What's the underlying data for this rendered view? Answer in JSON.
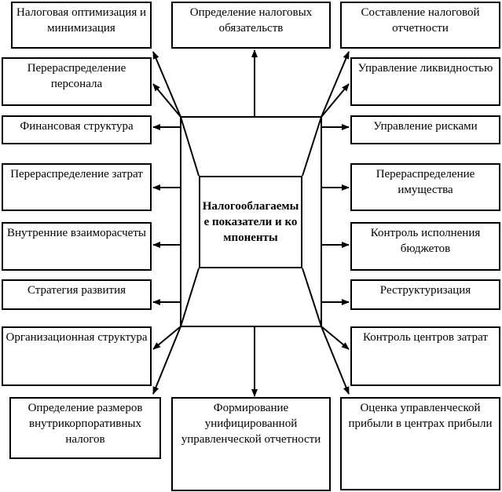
{
  "center": {
    "label": "Налогооблагаемые показатели и компоненты"
  },
  "top": {
    "left": "Налоговая оптимизация и минимизация",
    "middle": "Определение налоговых обязательств",
    "right": "Составление налоговой отчетности"
  },
  "left_column": [
    "Перераспределение персонала",
    "Финансовая структура",
    "Перераспределение затрат",
    "Внутренние взаиморасчеты",
    "Стратегия развития",
    "Организационная структура"
  ],
  "right_column": [
    "Управление ликвидностью",
    "Управление рисками",
    "Перераспределение имущества",
    "Контроль исполнения бюджетов",
    "Реструктуризация",
    "Контроль центров затрат"
  ],
  "bottom": {
    "left": "Определение размеров внутрикорпоративных налогов",
    "middle": "Формирование унифицированной управленческой отчетности",
    "right": "Оценка управленческой прибыли в центрах прибыли"
  }
}
